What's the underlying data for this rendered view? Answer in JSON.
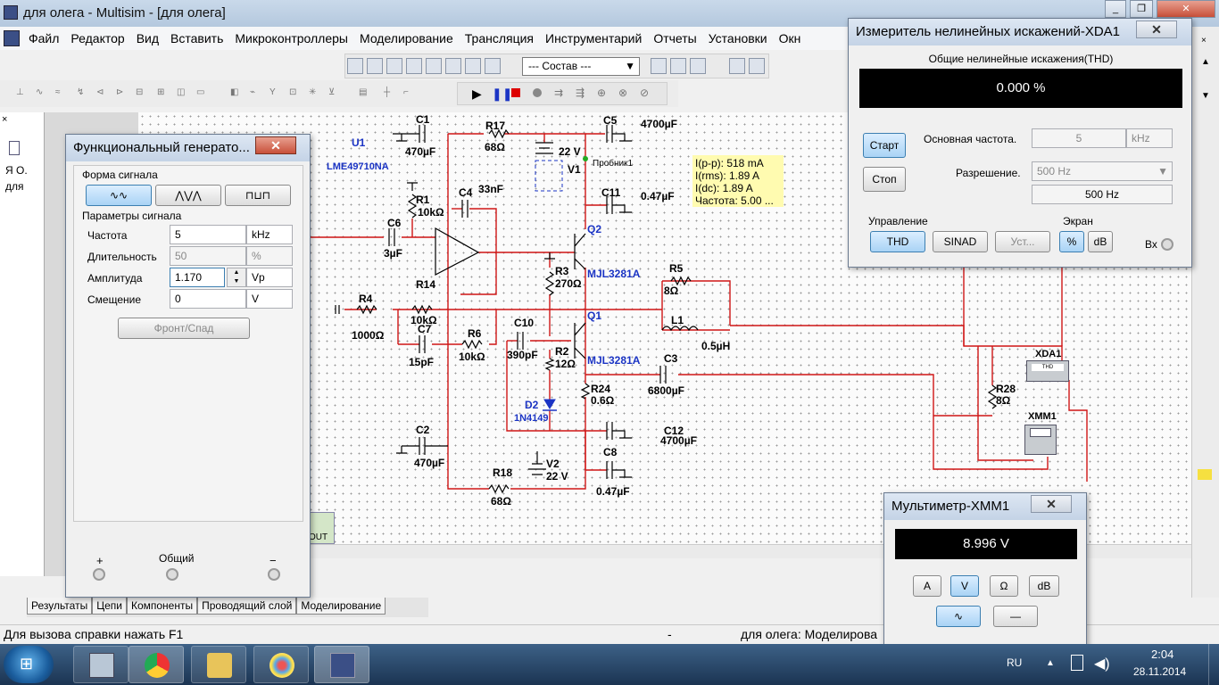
{
  "window": {
    "title": "для олега - Multisim - [для олега]"
  },
  "menu": [
    "Файл",
    "Редактор",
    "Вид",
    "Вставить",
    "Микроконтроллеры",
    "Моделирование",
    "Трансляция",
    "Инструментарий",
    "Отчеты",
    "Установки",
    "Окн"
  ],
  "toolbar": {
    "mode_select": "--- Состав ---"
  },
  "left_panel": {
    "text1": "Я О.",
    "text2": "для"
  },
  "schematic": {
    "labels": {
      "c1": "C1",
      "c1v": "470µF",
      "r17": "R17",
      "r17v": "68Ω",
      "c5": "C5",
      "c5v": "4700µF",
      "v1v": "22 V",
      "v1": "V1",
      "probe": "Пробник1",
      "u1": "U1",
      "u1v": "LME49710NA",
      "r1": "R1",
      "r1v": "10kΩ",
      "c4": "C4",
      "c4v": "33nF",
      "c11": "C11",
      "c11v": "0.47µF",
      "c6": "C6",
      "c6v": "3µF",
      "q2": "Q2",
      "r3": "R3",
      "r3v": "270Ω",
      "q2v": "MJL3281A",
      "r14": "R14",
      "r5": "R5",
      "r5v": "8Ω",
      "r4": "R4",
      "r14v": "10kΩ",
      "q1": "Q1",
      "l1": "L1",
      "r4v": "1000Ω",
      "c7": "C7",
      "r6": "R6",
      "c10": "C10",
      "c7v": "15pF",
      "r6v": "10kΩ",
      "l1v": "0.5µH",
      "c10v": "390pF",
      "r2": "R2",
      "r2v": "12Ω",
      "q1v": "MJL3281A",
      "c3": "C3",
      "xda1": "XDA1",
      "c3v": "6800µF",
      "r24": "R24",
      "r28": "R28",
      "r24v": "0.6Ω",
      "r28v": "8Ω",
      "d2": "D2",
      "d2v": "1N4149",
      "xmm1": "XMM1",
      "c2": "C2",
      "c12": "C12",
      "c12v": "4700µF",
      "c2v": "470µF",
      "c8": "C8",
      "r18": "R18",
      "v2": "V2",
      "v2v": "22 V",
      "r18v": "68Ω",
      "c8v": "0.47µF",
      "thd_tag": "THD",
      "out": "OUT"
    }
  },
  "probe": {
    "line1": "I(p-p): 518 mA",
    "line2": "I(rms): 1.89 A",
    "line3": "I(dc): 1.89 A",
    "line4": "Частота: 5.00 ..."
  },
  "function_generator": {
    "title": "Функциональный генерато...",
    "close": "✕",
    "waveform_group": "Форма сигнала",
    "params_group": "Параметры сигнала",
    "freq_label": "Частота",
    "freq_value": "5",
    "freq_unit": "kHz",
    "duty_label": "Длительность",
    "duty_value": "50",
    "duty_unit": "%",
    "amp_label": "Амплитуда",
    "amp_value": "1.170",
    "amp_unit": "Vp",
    "offset_label": "Смещение",
    "offset_value": "0",
    "offset_unit": "V",
    "rise_fall": "Фронт/Спад",
    "term_plus": "+",
    "term_common": "Общий",
    "term_minus": "−"
  },
  "thd_meter": {
    "title": "Измеритель нелинейных искажений-XDA1",
    "close": "✕",
    "header": "Общие нелинейные искажения(THD)",
    "value": "0.000 %",
    "start": "Старт",
    "stop": "Стоп",
    "base_freq_label": "Основная частота.",
    "base_freq_value": "5",
    "base_freq_unit": "kHz",
    "resolution_label": "Разрешение.",
    "resolution_select": "500 Hz",
    "resolution_value": "500 Hz",
    "control_label": "Управление",
    "thd_btn": "THD",
    "sinad_btn": "SINAD",
    "set_btn": "Уст...",
    "screen_label": "Экран",
    "pct_btn": "%",
    "db_btn": "dB",
    "input_label": "Вх"
  },
  "multimeter": {
    "title": "Мультиметр-XMM1",
    "close": "✕",
    "value": "8.996 V",
    "a_btn": "A",
    "v_btn": "V",
    "ohm_btn": "Ω",
    "db_btn": "dB"
  },
  "bottom_tabs": [
    "Результаты",
    "Цепи",
    "Компоненты",
    "Проводящий слой",
    "Моделирование"
  ],
  "status": {
    "help": "Для вызова справки нажать F1",
    "dash": "-",
    "sim": "для олега: Моделирова"
  },
  "taskbar": {
    "lang": "RU",
    "time": "2:04",
    "date": "28.11.2014"
  }
}
